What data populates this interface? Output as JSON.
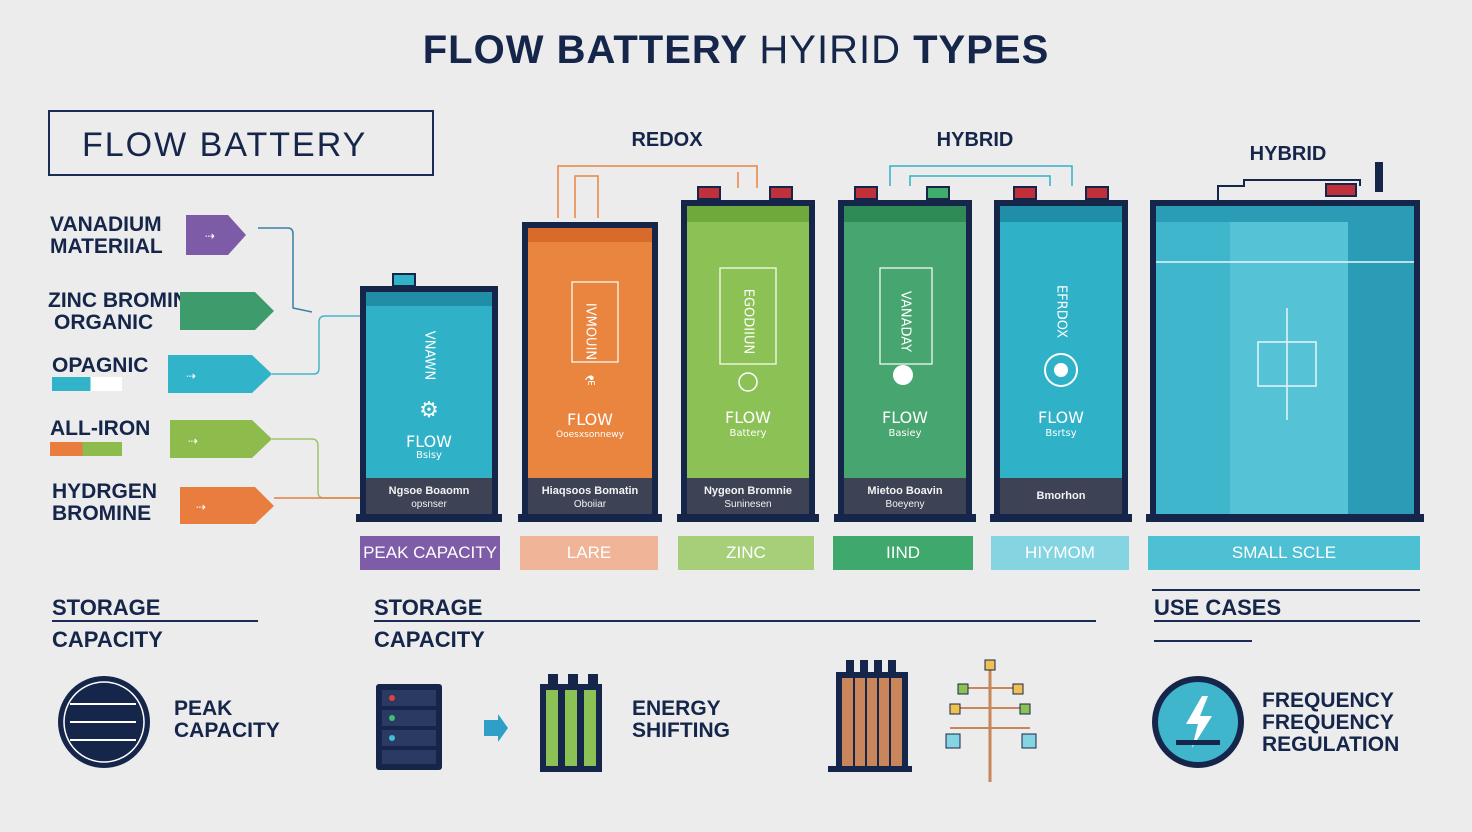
{
  "title": {
    "part1": "FLOW BATTERY",
    "part2": "HYIRID",
    "part3": "TYPES"
  },
  "flow_battery_box": "FLOW BATTERY",
  "materials": [
    {
      "line1": "VANADIUM",
      "line2": "MATERIIAL",
      "color": "#7d5ba6"
    },
    {
      "line1": "ZINC BROMINE,",
      "line2": "ORGANIC",
      "color": "#3e9b6b"
    },
    {
      "line1": "OPAGNIC",
      "line2": "",
      "color": "#31b3c9"
    },
    {
      "line1": "ALL-IRON",
      "line2": "",
      "color": "#8dbb4c"
    },
    {
      "line1": "HYDRGEN",
      "line2": "BROMINE",
      "color": "#e87d3e"
    }
  ],
  "group_labels": {
    "redox": "REDOX",
    "hybrid1": "HYBRID",
    "hybrid2": "HYBRID"
  },
  "batteries": [
    {
      "vertical": "VNAWN",
      "flow": "FLOW",
      "sub": "Bsisy",
      "base1": "Ngsoe Boaomn",
      "base2": "opsnser",
      "color": "#2fb2c8",
      "color_dark": "#1f8ea6"
    },
    {
      "vertical": "IVMOUIN",
      "flow": "FLOW",
      "sub": "Ooesxsonnewy",
      "base1": "Hiaqsoos Bomatin",
      "base2": "Oboiiar",
      "color": "#ea8540",
      "color_dark": "#d86a2a"
    },
    {
      "vertical": "EGODIIUN",
      "flow": "FLOW",
      "sub": "Battery",
      "base1": "Nygeon Bromnie",
      "base2": "Suninesen",
      "color": "#8cc255",
      "color_dark": "#6fa83b"
    },
    {
      "vertical": "VANADAY",
      "flow": "FLOW",
      "sub": "Basiey",
      "base1": "Mietoo Boavin",
      "base2": "Boeyeny",
      "color": "#47a56f",
      "color_dark": "#2f8a55"
    },
    {
      "vertical": "EFRDOX",
      "flow": "FLOW",
      "sub": "Bsrtsy",
      "base1": "Bmorhon",
      "base2": "",
      "color": "#2fb2c8",
      "color_dark": "#1f8ea6"
    },
    {
      "vertical": "",
      "flow": "",
      "sub": "",
      "base1": "",
      "base2": "",
      "color": "#3fb6cc",
      "color_dark": "#2a9cb6"
    }
  ],
  "scale_bars": [
    {
      "label": "PEAK CAPACITY",
      "color": "#7e5ca8"
    },
    {
      "label": "LARE",
      "color": "#f0b498"
    },
    {
      "label": "ZINC",
      "color": "#a7cf79"
    },
    {
      "label": "IIND",
      "color": "#3ea86d"
    },
    {
      "label": "HIYMOM",
      "color": "#84d4e2"
    },
    {
      "label": "SMALL SCLE",
      "color": "#4ec0d4"
    }
  ],
  "sections": {
    "s1_line1": "STORAGE",
    "s1_line2": "CAPACITY",
    "s2_line1": "STORAGE",
    "s2_line2": "CAPACITY",
    "s3_line1": "USE CASES"
  },
  "use_cases": {
    "peak1": "PEAK",
    "peak2": "CAPACITY",
    "energy1": "ENERGY",
    "energy2": "SHIFTING",
    "freq1": "FREQUENCY",
    "freq2": "FREQUENCY",
    "freq3": "REGULATION"
  }
}
